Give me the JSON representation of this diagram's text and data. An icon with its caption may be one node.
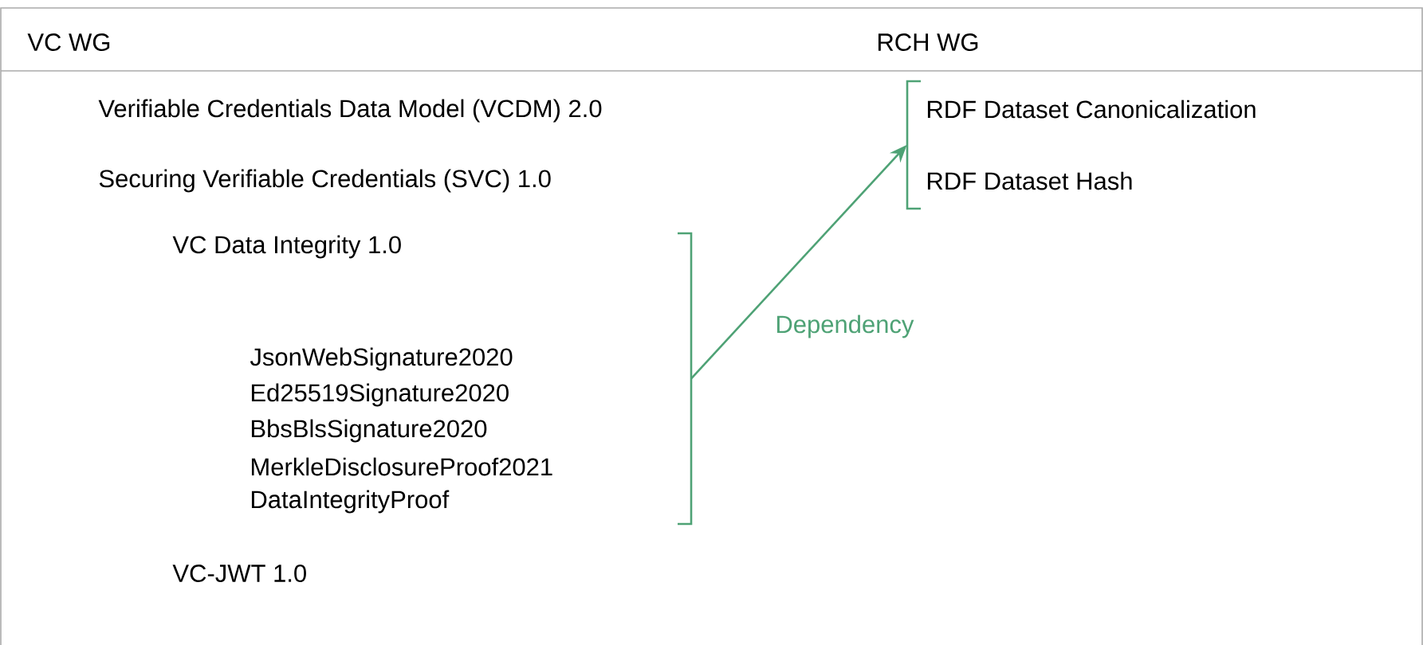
{
  "diagram": {
    "nodes": [
      {
        "text": [
          "VC Data Integrity 1.0",
          "JsonWebSignature2020",
          "Ed25519Signature2020",
          "BbsBlsSignature2020",
          "MerkleDisclosureProof2021",
          "DataIntegrityProof"
        ]
      },
      {
        "text": [
          "RDF Dataset Canonicalization",
          "RDF Dataset Hash"
        ]
      }
    ],
    "edges": [
      {
        "from": 0,
        "to": 1,
        "arrow": "to",
        "label": "Dependency",
        "color": "#4ea275"
      }
    ],
    "labels": [
      "VC WG",
      "RCH WG",
      "Verifiable Credentials Data Model (VCDM) 2.0",
      "Securing Verifiable Credentials (SVC) 1.0",
      "VC-JWT 1.0"
    ]
  }
}
